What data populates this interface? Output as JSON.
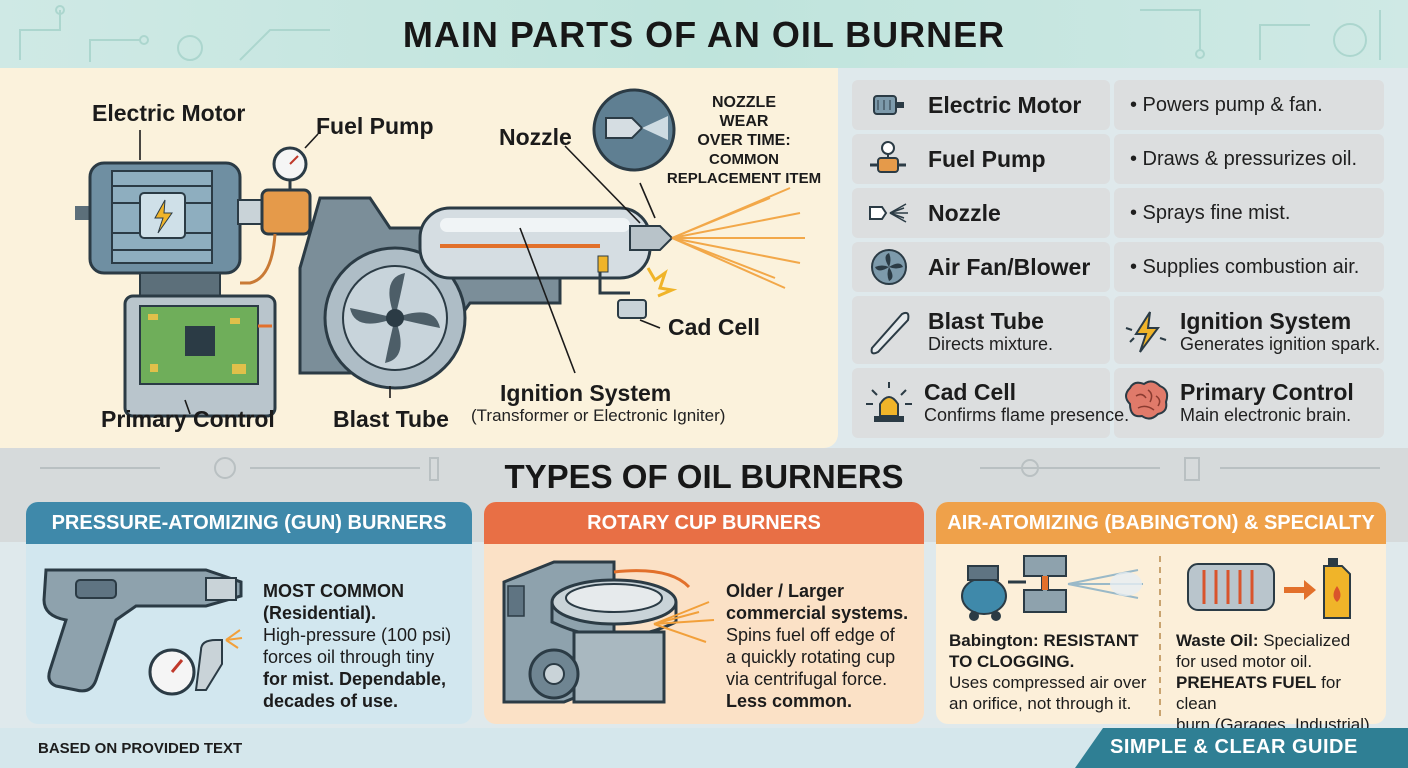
{
  "title": "MAIN PARTS OF AN OIL BURNER",
  "diagram": {
    "labels": {
      "electric_motor": "Electric Motor",
      "fuel_pump": "Fuel Pump",
      "nozzle": "Nozzle",
      "cad_cell": "Cad Cell",
      "ignition_system": "Ignition System",
      "ignition_sub": "(Transformer or Electronic Igniter)",
      "primary_control": "Primary Control",
      "blast_tube": "Blast Tube"
    },
    "callout": {
      "line1": "NOZZLE",
      "line2": "WEAR",
      "line3": "OVER TIME:",
      "line4": "COMMON",
      "line5": "REPLACEMENT ITEM"
    }
  },
  "parts": [
    {
      "name": "Electric Motor",
      "desc": "• Powers pump & fan.",
      "icon": "motor-icon"
    },
    {
      "name": "Fuel Pump",
      "desc": "• Draws & pressurizes oil.",
      "icon": "pump-icon"
    },
    {
      "name": "Nozzle",
      "desc": "• Sprays fine mist.",
      "icon": "nozzle-icon"
    },
    {
      "name": "Air Fan/Blower",
      "desc": "• Supplies combustion air.",
      "icon": "fan-icon"
    },
    {
      "name": "Blast Tube",
      "desc": "Directs mixture.",
      "icon": "tube-icon"
    },
    {
      "name": "Ignition System",
      "desc": "Generates ignition spark.",
      "icon": "lightning-icon"
    },
    {
      "name": "Cad Cell",
      "desc": "Confirms flame presence.",
      "icon": "beacon-icon"
    },
    {
      "name": "Primary Control",
      "desc": "Main electronic brain.",
      "icon": "brain-icon"
    }
  ],
  "types_title": "TYPES OF OIL BURNERS",
  "types": [
    {
      "header": "PRESSURE-ATOMIZING (GUN) BURNERS",
      "color": "#3f89aa",
      "bg": "#d2e7ef",
      "bold1": "MOST COMMON",
      "bold2": "(Residential).",
      "l1": "High-pressure (100 psi)",
      "l2": "forces oil through tiny",
      "bold3": "for mist. Dependable,",
      "bold4": "decades of use."
    },
    {
      "header": "ROTARY CUP BURNERS",
      "color": "#e86f45",
      "bg": "#fbe1c6",
      "bold1": "Older / Larger",
      "bold2": "commercial systems.",
      "l1": "Spins fuel off edge of",
      "l2": "a quickly rotating cup",
      "l3": "via centrifugal force.",
      "bold3": "Less common."
    },
    {
      "header": "AIR-ATOMIZING (BABINGTON) & SPECIALTY",
      "color": "#efa14a",
      "bg": "#fcefd9",
      "left_bold1": "Babington: RESISTANT",
      "left_bold2": "TO CLOGGING.",
      "left_l1": "Uses compressed air over",
      "left_l2": "an orifice, not through it.",
      "right_bold1": "Waste Oil:",
      "right_t1": " Specialized",
      "right_l2": "for used motor oil.",
      "right_bold2": "PREHEATS FUEL",
      "right_t3": " for clean",
      "right_l4": "burn (Garages, Industrial)."
    }
  ],
  "footer": {
    "left": "BASED ON PROVIDED TEXT",
    "right": "SIMPLE & CLEAR GUIDE"
  },
  "colors": {
    "header_bg": "#bfe4dc",
    "diagram_bg": "#fbf2dc",
    "accent_teal": "#2f7f94"
  }
}
